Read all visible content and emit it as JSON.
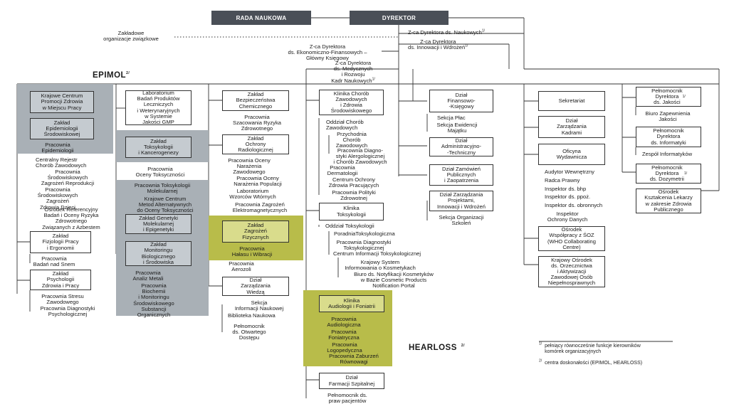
{
  "header": {
    "rada": "RADA NAUKOWA",
    "dyrektor": "DYREKTOR",
    "zwiazki": "Zakładowe\norganizacje związkowe",
    "zca_naukowych": "Z-ca Dyrektora ds. Naukowych",
    "zca_innowacji": "Z-ca Dyrektora\nds. Innowacji i Wdrożeń",
    "zca_ekonom": "Z-ca Dyrektora\nds. Ekonomiczno-Finansowych –\nGłówny Księgowy",
    "zca_medycznych": "Z-ca Dyrektora\nds. Medycznych\ni Rozwoju\nKadr Naukowych",
    "sup1": "1/",
    "sup2": "2/"
  },
  "centres": {
    "epimol": "EPIMOL",
    "hearloss": "HEARLOSS"
  },
  "col1": {
    "krajowe": "Krajowe Centrum\nPromocji Zdrowia\nw Miejscu Pracy",
    "zakl_epid": "Zakład\nEpidemiologii\nŚrodowiskowej",
    "prac_epid": "Pracownia\nEpidemiologii",
    "rejestr": "Centralny Rejestr\nChorób Zawodowych",
    "prac_sr_zagr": "Pracownia\nŚrodowiskowych\nZagrożeń Reprodukcji",
    "prac_sr_dzieci": "Pracownia\nŚrodowiskowych\nZagrożeń\nZdrowia Dzieci",
    "osrodek_ref": "Ośrodek Referencyjny\nBadań i Oceny Ryzyka\nZdrowotnego\nZwiązanych z Azbestem",
    "zakl_fizj": "Zakład\nFizjologii Pracy\ni Ergonomii",
    "prac_snem": "Pracownia\nBadań nad Snem",
    "zakl_psych": "Zakład\nPsychologii\nZdrowia i Pracy",
    "prac_stresu": "Pracownia Stresu\nZawodowego",
    "prac_diag_psych": "Pracownia Diagnostyki\nPsychologicznej"
  },
  "col2": {
    "lab_badan": "Laboratorium\nBadań Produktów\nLeczniczych\ni Weterynaryjnych\nw Systemie\nJakości GMP",
    "zakl_toks": "Zakład\nToksykologii\ni Kancerogenezy",
    "prac_oceny_toks": "Pracownia\nOceny Toksyczności",
    "prac_toks_mol": "Pracownia Toksykologii\nMolekularnej",
    "krajowe_metod": "Krajowe Centrum\nMetod Alternatywnych\ndo Oceny Toksyczności",
    "zakl_genet": "Zakład Genetyki\nMolekularnej\ni Epigenetyki",
    "zakl_monit": "Zakład\nMonitoringu\nBiologicznego\ni Środowiska",
    "prac_metali": "Pracownia\nAnaliz Metali",
    "prac_biochem": "Pracownia\nBiochemii\ni Monitoringu\nŚrodowiskowego\nSubstancji\nOrganicznych"
  },
  "col3": {
    "zakl_bezp": "Zakład\nBezpieczeństwa\nChemicznego",
    "prac_szac": "Pracownia\nSzacowania Ryzyka\nZdrowotnego",
    "zakl_ochr_rad": "Zakład\nOchrony\nRadiologicznej",
    "prac_oceny_nar": "Pracownia Oceny\nNarażenia\nZawodowego",
    "prac_oceny_pop": "Pracownia Oceny\nNarażenia Populacji",
    "lab_wzorcow": "Laboratorium\nWzorców Wtórnych",
    "prac_zagr_elektr": "Pracownia Zagrożeń\nElektromagnetycznych",
    "zakl_zagr_fiz": "Zakład\nZagrożeń\nFizycznych",
    "prac_halasu": "Pracownia\nHałasu i Wibracji",
    "prac_aerozoli": "Pracownia\nAerozoli",
    "dzial_wiedza": "Dział\nZarządzania\nWiedzą",
    "sekcja_inf": "Sekcja\nInformacji Naukowej",
    "biblioteka": "Biblioteka Naukowa",
    "pelnom_dostep": "Pełnomocnik\nds. Otwartego\nDostępu"
  },
  "col4": {
    "klinika_chorob": "Klinika Chorób\nZawodowych\ni Zdrowia\nŚrodowiskowego",
    "oddz_chorob": "Oddział Chorób\nZawodowych",
    "przychodnia": "Przychodnia\nChorób\nZawodowych",
    "prac_diag_alerg": "Pracownia Diagno-\nstyki Alergologicznej\ni Chorób Zawodowych",
    "prac_dermat": "Pracownia\nDermatologii",
    "centrum_ochr": "Centrum Ochrony\nZdrowia Pracujących",
    "prac_polityki": "Pracownia Polityki\nZdrowotnej",
    "klinika_toks": "Klinika\nToksykologii",
    "oddz_toks": "Oddział Toksykologii",
    "poradnia_toks": "PoradniaToksykologiczna",
    "prac_diag_toks": "Pracownia Diagnostyki\nToksykologicznej",
    "centrum_inf_toks": "Centrum Informacji  Toksykologicznej",
    "krajowy_system": "Krajowy System\nInformowania o Kosmetykach",
    "biuro_notyf": "Biuro ds. Notyfikacji Kosmetyków\nw Bazie Cosmetic Products\nNotification Portal",
    "klinika_audio": "Klinika\nAudiologii i Foniatrii",
    "prac_audio": "Pracownia\nAudiologiczna",
    "prac_fon": "Pracownia\nFoniatryczna",
    "prac_logo": "Pracownia\nLogopedyczna",
    "prac_zaburzen": "Pracownia Zaburzeń\nRównowagi",
    "dzial_farm": "Dział\nFarmacji Szpitalnej",
    "pelnom_pacj": "Pełnomocnik ds.\npraw pacjentów"
  },
  "col5": {
    "dzial_fin": "Dział\nFinansowo-\n-Księgowy",
    "sekcja_plac": "Sekcja Płac",
    "sekcja_ewid": "Sekcja Ewidencji\nMajątku",
    "dzial_admin": "Dział\nAdministracyjno-\n-Techniczny",
    "dzial_zamowien": "Dział Zamówień\nPublicznych\ni Zaopatrzenia",
    "dzial_proj": "Dział Zarządzania\nProjektami,\nInnowacji i Wdrożeń",
    "sekcja_szkolen": "Sekcja Organizacji\nSzkoleń"
  },
  "col6": {
    "sekretariat": "Sekretariat",
    "dzial_kadr": "Dział\nZarządzania\nKadrami",
    "oficyna": "Oficyna\nWydawnicza",
    "audytor": "Audytor Wewnętrzny",
    "radca": "Radca Prawny",
    "insp_bhp": "Inspektor ds. bhp",
    "insp_ppoz": "Inspektor ds. ppoż.",
    "insp_obron": "Inspektor ds. obronnych",
    "insp_danych": "Inspektor\nOchrony Danych",
    "osrodek_soz": "Ośrodek\nWspółpracy z ŚOZ\n(WHO Collaborating\nCentre)",
    "krajowy_orzecz": "Krajowy Ośrodek\nds. Orzecznictwa\ni Aktywizacji\nZawodowej Osób\nNiepełnosprawnych"
  },
  "col7": {
    "pelnom_jakosci": "Pełnomocnik\nDyrektora\nds. Jakości",
    "biuro_jakosci": "Biuro Zapewnienia\nJakości",
    "pelnom_inf": "Pełnomocnik\nDyrektora\nds. Informatyki",
    "zespol_inf": "Zespół Informatyków",
    "pelnom_dozym": "Pełnomocnik\nDyrektora\nds. Dozymetrii",
    "osrodek_kszt": "Ośrodek\nKształcenia Lekarzy\nw zakresie Zdrowia\nPublicznego"
  },
  "footnotes": {
    "note1": "pełniący równocześnie funkcje kierowników\nkomórek organizacyjnych",
    "note2": "centra doskonałości (EPIMOL, HEARLOSS)"
  }
}
